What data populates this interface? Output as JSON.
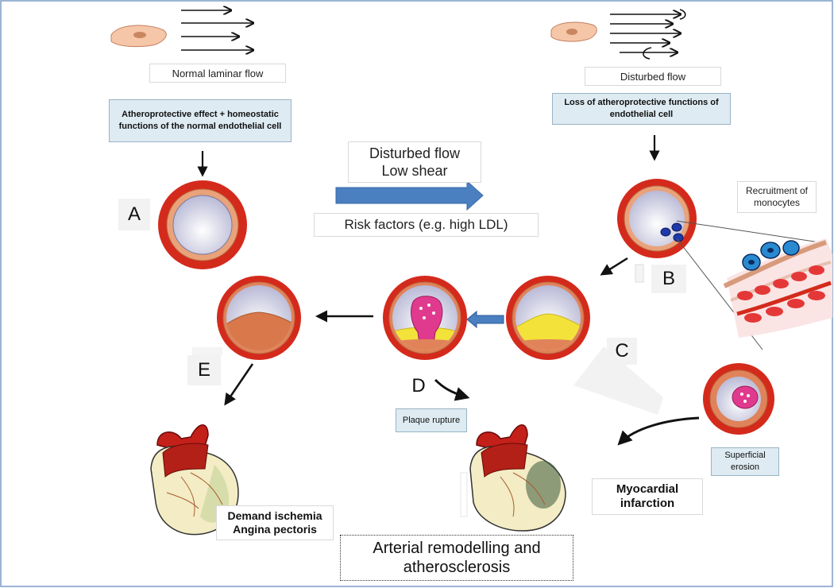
{
  "labels": {
    "normal_flow": "Normal laminar flow",
    "disturbed_flow": "Disturbed flow",
    "atheroprotective": "Atheroprotective effect + homeostatic functions of the normal endothelial cell",
    "loss_functions": "Loss of atheroprotective functions of endothelial cell",
    "center_top": "Disturbed flow\nLow shear",
    "risk_factors": "Risk factors (e.g. high LDL)",
    "recruitment": "Recruitment of monocytes",
    "plaque_rupture": "Plaque rupture",
    "superficial_erosion": "Superficial erosion",
    "demand_ischemia": "Demand ischemia\nAngina pectoris",
    "myocardial_infarction": "Myocardial infarction",
    "caption": "Arterial remodelling and atherosclerosis"
  },
  "letters": {
    "a": "A",
    "b": "B",
    "c": "C",
    "d": "D",
    "e": "E"
  },
  "colors": {
    "vessel_red": "#d42a1c",
    "media_orange": "#e9a27a",
    "lumen": "#e8e8f2",
    "plaque_yellow": "#f3e23a",
    "plaque_magenta": "#e03a8e",
    "arrow_blue": "#4a7fc0",
    "label_blue": "#deebf2"
  }
}
